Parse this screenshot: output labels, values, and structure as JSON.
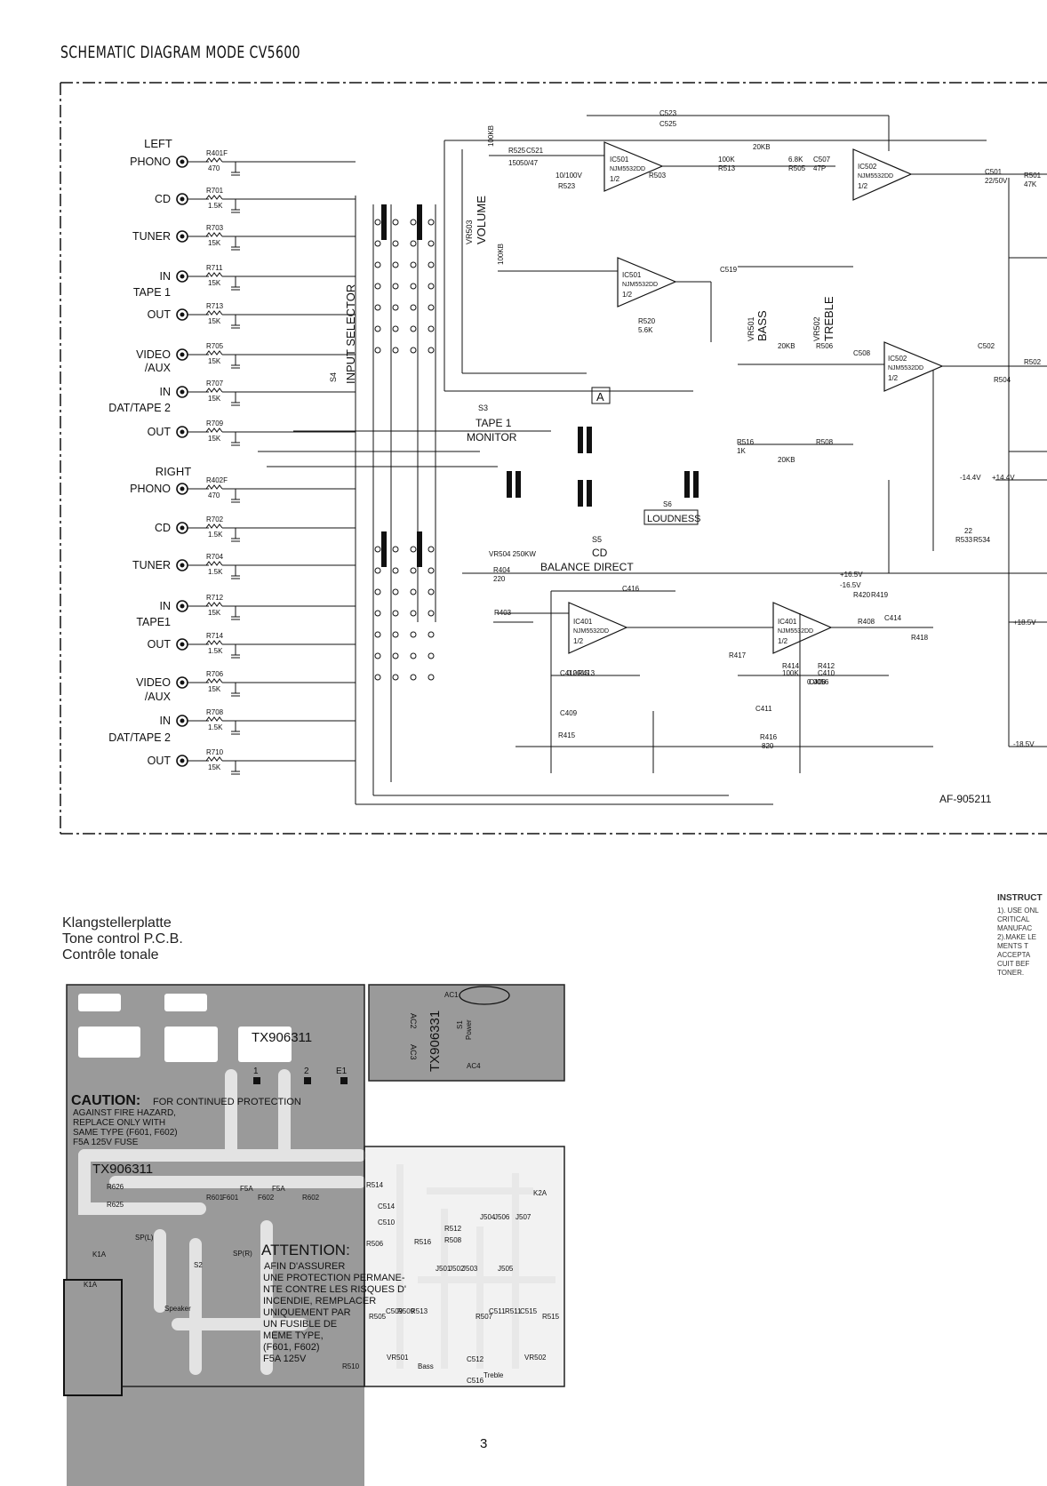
{
  "page": {
    "title": "SCHEMATIC DIAGRAM MODE CV5600",
    "page_number": "3",
    "doc_code": "AF-905211"
  },
  "schematic": {
    "channels": [
      {
        "name": "LEFT",
        "inputs": [
          "PHONO",
          "CD",
          "TUNER",
          "IN",
          "TAPE 1",
          "OUT",
          "VIDEO",
          "/AUX",
          "IN",
          "DAT/TAPE 2",
          "OUT"
        ]
      },
      {
        "name": "RIGHT",
        "inputs": [
          "PHONO",
          "CD",
          "TUNER",
          "IN",
          "TAPE1",
          "OUT",
          "VIDEO",
          "/AUX",
          "IN",
          "DAT/TAPE 2",
          "OUT"
        ]
      }
    ],
    "resistors_left": [
      "R401F",
      "R701",
      "R703",
      "R711",
      "R713",
      "R705",
      "R707",
      "R709"
    ],
    "resistor_values_left": [
      "470",
      "1.5K",
      "15K",
      "15K",
      "15K",
      "15K",
      "15K",
      "15K"
    ],
    "resistors_right": [
      "R402F",
      "R702",
      "R704",
      "R712",
      "R714",
      "R706",
      "R708",
      "R710"
    ],
    "resistor_values_right": [
      "470",
      "1.5K",
      "1.5K",
      "15K",
      "1.5K",
      "15K",
      "1.5K",
      "15K"
    ],
    "switch_labels": {
      "input_selector": "INPUT SELECTOR",
      "s4": "S4",
      "s3": "S3",
      "tape_monitor": "TAPE 1\nMONITOR",
      "s5": "S5",
      "cd": "CD",
      "direct": "DIRECT",
      "s6": "S6",
      "loudness": "LOUDNESS",
      "balance": "BALANCE",
      "box_a": "A"
    },
    "controls": {
      "volume": "VOLUME",
      "vr503": "VR503",
      "volume_value": "100KB",
      "bass": "BASS",
      "vr501": "VR501",
      "treble": "TREBLE",
      "vr502": "VR502",
      "vr504": "VR504 250KW",
      "tone_value": "20KB"
    },
    "ics": [
      {
        "ref": "IC501",
        "part": "NJM5532DD",
        "unit": "1/2"
      },
      {
        "ref": "IC502",
        "part": "NJM5532DD",
        "unit": "1/2"
      },
      {
        "ref": "IC401",
        "part": "NJM5532DD",
        "unit": "1/2"
      }
    ],
    "rails": [
      "+16.5V",
      "-16.5V",
      "+14.4V",
      "-14.4V",
      "+18.5V",
      "-18.5V"
    ],
    "misc_labels": [
      "C521",
      "R525",
      "150",
      "50/47",
      "C523",
      "C525",
      "10/100V",
      "R523",
      "100K",
      "R513",
      "6.8K",
      "R505",
      "C507",
      "47P",
      "C501",
      "22/50V",
      "R501",
      "47K",
      "C502",
      "R502",
      "R503",
      "R504",
      "R520",
      "5.6K",
      "C519",
      "R516",
      "1K",
      "R508",
      "R506",
      "C508",
      "R533",
      "R534",
      "22",
      "R404",
      "220",
      "R403",
      "C416",
      "R408",
      "C414",
      "R418",
      "100K",
      "C410",
      "C408",
      "0.0056",
      "C409",
      "0.0015",
      "R413",
      "R414",
      "R412",
      "R416",
      "820",
      "C411",
      "C412",
      "R415",
      "R417",
      "R419",
      "R420"
    ]
  },
  "pcb": {
    "caption": [
      "Klangstellerplatte",
      "Tone control P.C.B.",
      "Contrôle tonale"
    ],
    "board_id": "TX906311",
    "small_board_id": "TX906331",
    "terminals": [
      "1",
      "2",
      "E1"
    ],
    "caution_head": "CAUTION:",
    "caution_body": [
      "FOR CONTINUED PROTECTION",
      "AGAINST FIRE HAZARD,",
      "REPLACE ONLY WITH",
      "SAME TYPE (F601, F602)",
      "F5A 125V FUSE"
    ],
    "attention_head": "ATTENTION:",
    "attention_body": [
      "AFIN D'ASSURER",
      "UNE PROTECTION PERMANE-",
      "NTE CONTRE LES RISQUES D'",
      "INCENDIE, REMPLACER",
      "UNIQUEMENT PAR",
      "UN FUSIBLE DE",
      "MEME TYPE,",
      "(F601, F602)",
      "F5A 125V"
    ],
    "parts": [
      "R626",
      "R625",
      "R601",
      "F601",
      "F5A",
      "F602",
      "F5A",
      "R602",
      "K1A",
      "K1A",
      "SP(L)",
      "SP(R)",
      "S2",
      "Speaker",
      "R514",
      "C514",
      "C510",
      "R506",
      "R516",
      "R512",
      "R508",
      "J504",
      "J506",
      "J507",
      "K2A",
      "J501",
      "J502",
      "J503",
      "J505",
      "R505",
      "C509",
      "R509",
      "R513",
      "R507",
      "C511",
      "R511",
      "C515",
      "R515",
      "R510",
      "VR501",
      "Bass",
      "C512",
      "C516",
      "Treble",
      "VR502",
      "S1",
      "Power",
      "AC2",
      "AC3",
      "AC4",
      "AC1"
    ]
  },
  "instructions": {
    "heading": "INSTRUCT",
    "lines": [
      "1). USE ONL",
      "CRITICAL",
      "MANUFAC",
      "2).MAKE LE",
      "MENTS T",
      "ACCEPTA",
      "CUIT BEF",
      "TONER."
    ]
  },
  "colors": {
    "ink": "#111111",
    "board": "#9a9a9a",
    "trace": "#e8e8e8",
    "paper": "#ffffff"
  }
}
